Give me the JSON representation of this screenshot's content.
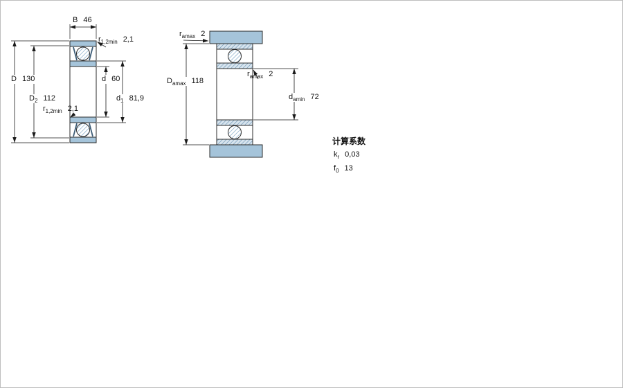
{
  "drawing": {
    "accent_blue": "#a5c4da",
    "hatch_blue": "#6f9dc0",
    "line_color": "#1a1a1a",
    "description": "Deep groove ball bearing cross-section with principal and abutment dimensions"
  },
  "left_view": {
    "name": "bearing-cross-section-view",
    "dims": {
      "B": {
        "sym": "B",
        "val": "46"
      },
      "r_top": {
        "sym": "r",
        "sub": "1,2min",
        "val": "2,1"
      },
      "D": {
        "sym": "D",
        "val": "130"
      },
      "D2": {
        "sym": "D",
        "sub": "2",
        "val": "112"
      },
      "d": {
        "sym": "d",
        "val": "60"
      },
      "d1": {
        "sym": "d",
        "sub": "1",
        "val": "81,9"
      },
      "r_bottom": {
        "sym": "r",
        "sub": "1,2min",
        "val": "2,1"
      }
    }
  },
  "right_view": {
    "name": "abutment-dimensions-view",
    "dims": {
      "ra_top": {
        "sym": "r",
        "sub": "amax",
        "val": "2"
      },
      "Da": {
        "sym": "D",
        "sub": "amax",
        "val": "118"
      },
      "ra_mid": {
        "sym": "r",
        "sub": "amax",
        "val": "2"
      },
      "da": {
        "sym": "d",
        "sub": "amin",
        "val": "72"
      }
    }
  },
  "calculation_factors": {
    "title": "计算系数",
    "rows": [
      {
        "sym": "k",
        "sub": "r",
        "val": "0,03"
      },
      {
        "sym": "f",
        "sub": "0",
        "val": "13"
      }
    ]
  }
}
